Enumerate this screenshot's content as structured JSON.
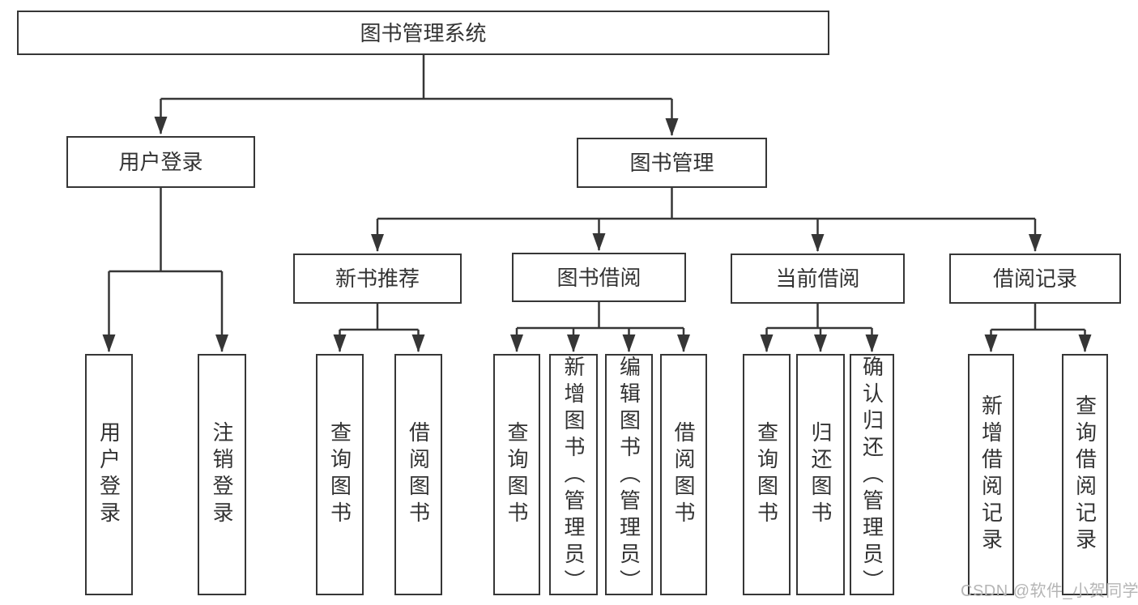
{
  "diagram": {
    "root": "图书管理系统",
    "level2": {
      "user_login": "用户登录",
      "book_mgmt": "图书管理"
    },
    "level3": {
      "new_books": "新书推荐",
      "book_borrow": "图书借阅",
      "current_borrow": "当前借阅",
      "borrow_records": "借阅记录"
    },
    "leaves": {
      "user_login": "用户登录",
      "logout": "注销登录",
      "nb_query_books": "查询图书",
      "nb_borrow_books": "借阅图书",
      "bb_query_books": "查询图书",
      "bb_add_books": "新增图书（管理员）",
      "bb_edit_books": "编辑图书（管理员）",
      "bb_borrow_books": "借阅图书",
      "cb_query_books": "查询图书",
      "cb_return_books": "归还图书",
      "cb_confirm_return": "确认归还（管理员）",
      "br_add_record": "新增借阅记录",
      "br_query_record": "查询借阅记录"
    }
  },
  "watermark": {
    "text": "CSDN @软件_小贺同学",
    "color": "#b5b5b5"
  },
  "colors": {
    "line": "#363636",
    "border": "#363636",
    "text": "#333333",
    "background": "#ffffff"
  }
}
